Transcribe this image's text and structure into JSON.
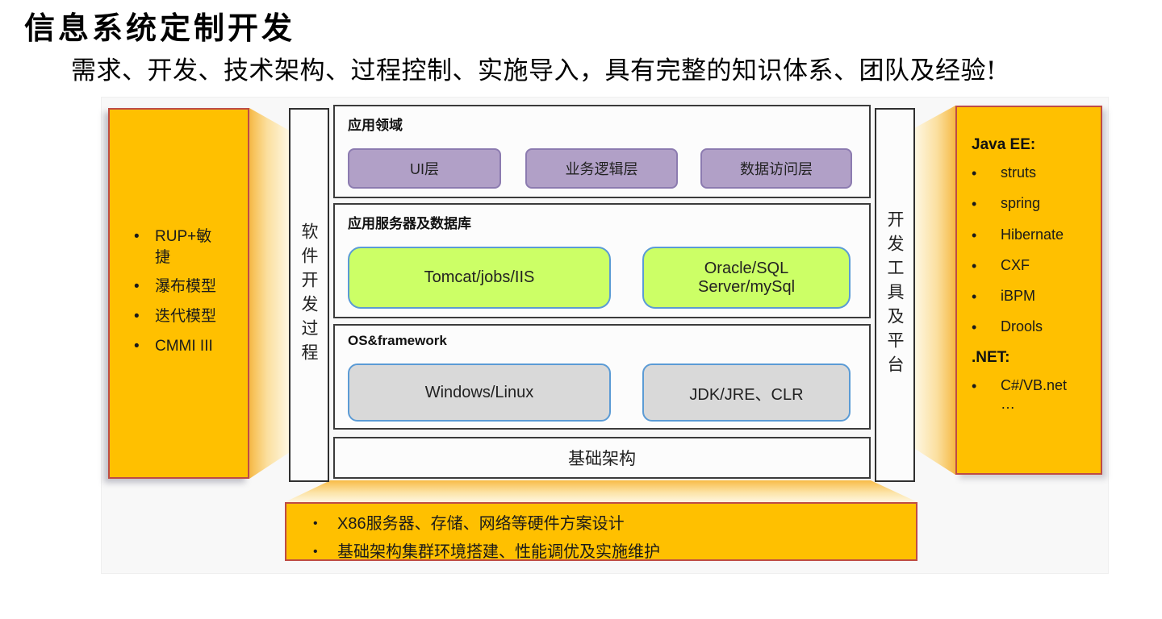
{
  "slide": {
    "title": "信息系统定制开发",
    "subtitle": "需求、开发、技术架构、过程控制、实施导入，具有完整的知识体系、团队及经验!"
  },
  "left_panel": {
    "items": [
      "RUP+敏捷",
      "瀑布模型",
      "迭代模型",
      "CMMI III"
    ]
  },
  "left_bar": {
    "label": "软件开发过程"
  },
  "right_bar": {
    "label": "开发工具及平台"
  },
  "stack": {
    "layers": [
      {
        "header": "应用领域",
        "boxes": [
          "UI层",
          "业务逻辑层",
          "数据访问层"
        ]
      },
      {
        "header": "应用服务器及数据库",
        "boxes": [
          "Tomcat/jobs/IIS",
          "Oracle/SQL Server/mySql"
        ]
      },
      {
        "header": "OS&framework",
        "boxes": [
          "Windows/Linux",
          "JDK/JRE、CLR"
        ]
      }
    ],
    "base_label": "基础架构"
  },
  "right_panel": {
    "groups": [
      {
        "header": "Java EE:",
        "items": [
          "struts",
          "spring",
          "Hibernate",
          "CXF",
          "iBPM",
          "Drools"
        ]
      },
      {
        "header": ".NET:",
        "items": [
          "C#/VB.net…"
        ]
      }
    ]
  },
  "bottom_panel": {
    "items": [
      "X86服务器、存储、网络等硬件方案设计",
      "基础架构集群环境搭建、性能调优及实施维护"
    ]
  },
  "colors": {
    "accent_orange": "#FFC000",
    "accent_purple": "#B1A0C7",
    "accent_green": "#CCFF66",
    "accent_gray": "#D9D9D9",
    "border_red": "#BE4C45",
    "border_blue": "#5B9BD5",
    "border_dark": "#3B3B3B"
  }
}
